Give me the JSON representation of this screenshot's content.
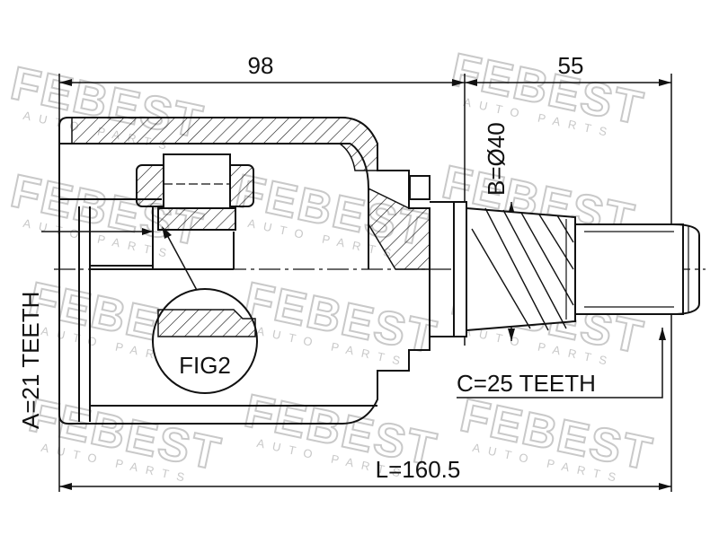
{
  "drawing": {
    "dimensions": {
      "housing_length": "98",
      "shaft_length": "55",
      "total_length": "L=160.5",
      "shaft_diameter": "B=Ø40",
      "housing_teeth": "A=21 TEETH",
      "shaft_teeth": "C=25 TEETH"
    },
    "detail_label": "FIG2"
  },
  "watermark": {
    "brand": "FEBEST",
    "sub": "AUTO PARTS"
  },
  "colors": {
    "line": "#111111",
    "watermark": "#c9c9c9",
    "background": "#ffffff"
  }
}
